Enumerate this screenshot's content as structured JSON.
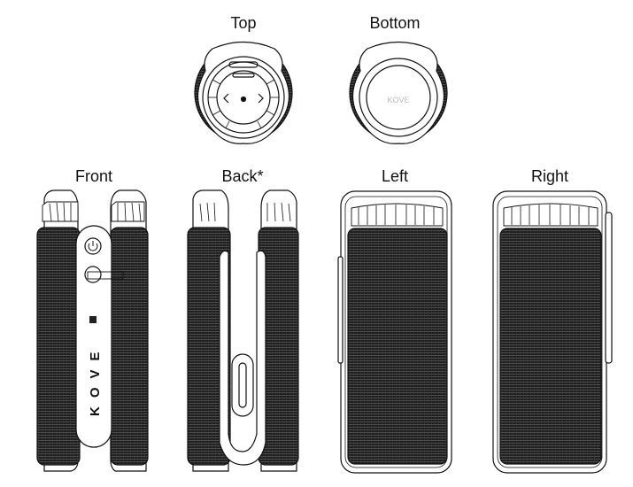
{
  "labels": {
    "top": "Top",
    "bottom": "Bottom",
    "front": "Front",
    "back": "Back*",
    "left": "Left",
    "right": "Right"
  },
  "logo": "KOVE",
  "colors": {
    "grille": "#1e1e1e",
    "outline": "#111111"
  }
}
